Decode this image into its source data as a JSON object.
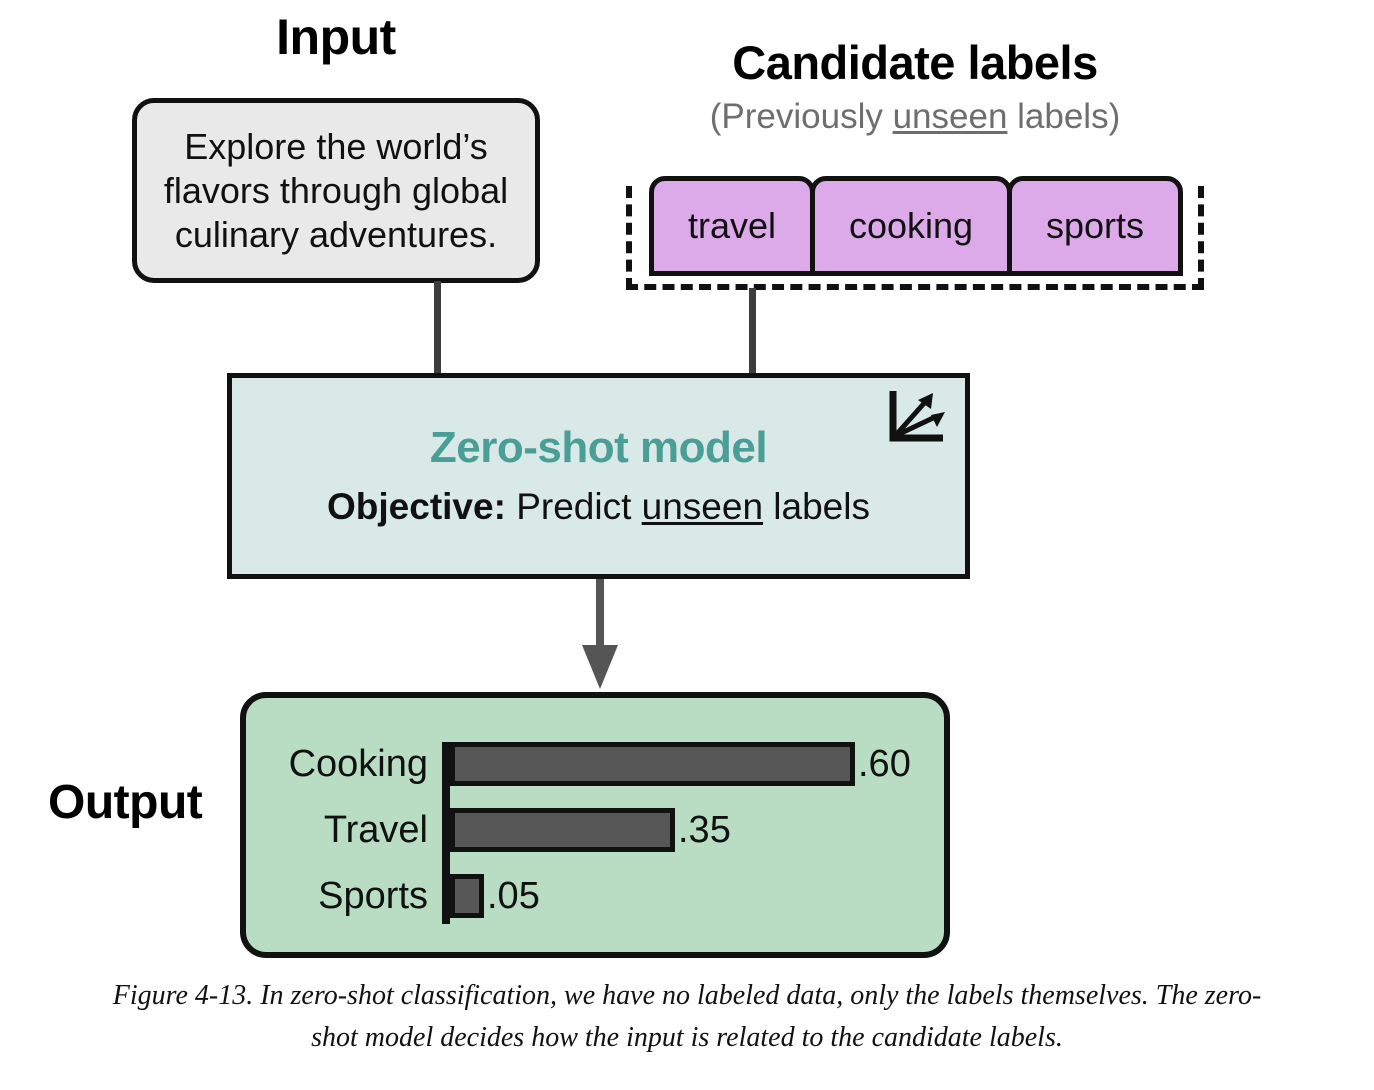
{
  "input": {
    "heading": "Input",
    "text": "Explore the world’s flavors through global culinary adventures."
  },
  "candidates": {
    "heading": "Candidate labels",
    "subheading_prefix": "(Previously ",
    "subheading_underlined": "unseen",
    "subheading_suffix": " labels)",
    "chips": [
      {
        "label": "travel"
      },
      {
        "label": "cooking"
      },
      {
        "label": "sports"
      }
    ]
  },
  "model": {
    "title": "Zero-shot model",
    "objective_label": "Objective:",
    "objective_prefix": " Predict ",
    "objective_underlined": "unseen",
    "objective_suffix": " labels",
    "icon": "diverging-arrows-axis-icon"
  },
  "output": {
    "heading": "Output"
  },
  "caption": {
    "text": "Figure 4-13. In zero-shot classification, we have no labeled data, only the labels themselves. The zero-shot model decides how the input is related to the candidate labels."
  },
  "colors": {
    "input_box_fill": "#e9e9e9",
    "label_chip_fill": "#dcaae9",
    "model_box_fill": "#d9e9e8",
    "model_title_teal": "#4b9e96",
    "output_box_fill": "#b8ddc3",
    "bar_fill": "#575757",
    "stroke": "#111111",
    "connector": "#3d3d3d",
    "subheading_gray": "#6e6e6e"
  },
  "chart_data": {
    "type": "bar",
    "orientation": "horizontal",
    "title": "",
    "xlabel": "",
    "ylabel": "",
    "categories": [
      "Cooking",
      "Travel",
      "Sports"
    ],
    "values": [
      0.6,
      0.35,
      0.05
    ],
    "value_labels": [
      ".60",
      ".35",
      ".05"
    ],
    "xlim": [
      0,
      0.66
    ],
    "grid": false,
    "legend": "none",
    "bar_color": "#575757",
    "bar_pixel_widths": [
      405,
      225,
      34
    ]
  }
}
